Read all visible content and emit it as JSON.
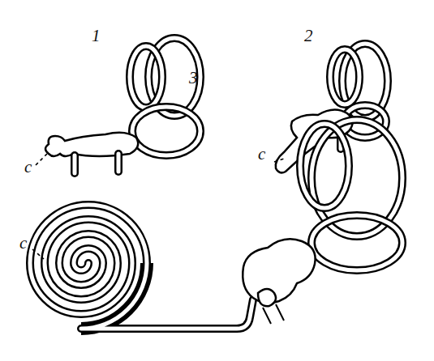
{
  "diagram": {
    "labels": [
      "1",
      "c",
      "2",
      "c",
      "3",
      "c"
    ]
  }
}
